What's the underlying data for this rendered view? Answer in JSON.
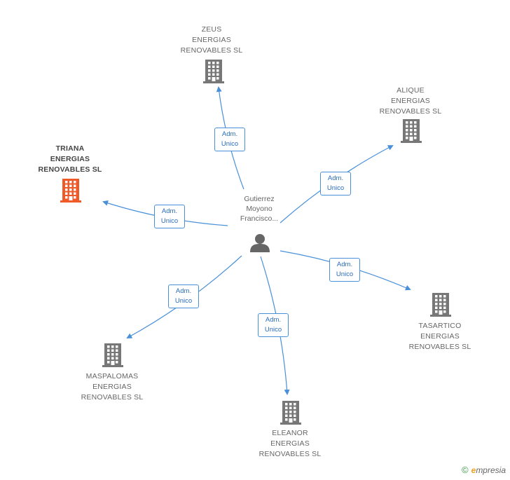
{
  "center": {
    "name_lines": [
      "Gutierrez",
      "Moyono",
      "Francisco..."
    ],
    "icon": "person-icon"
  },
  "relation_label": [
    "Adm.",
    "Unico"
  ],
  "companies": [
    {
      "id": "zeus",
      "lines": [
        "ZEUS",
        "ENERGIAS",
        "RENOVABLES SL"
      ],
      "highlight": false
    },
    {
      "id": "alique",
      "lines": [
        "ALIQUE",
        "ENERGIAS",
        "RENOVABLES SL"
      ],
      "highlight": false
    },
    {
      "id": "triana",
      "lines": [
        "TRIANA",
        "ENERGIAS",
        "RENOVABLES SL"
      ],
      "highlight": true
    },
    {
      "id": "tasartico",
      "lines": [
        "TASARTICO",
        "ENERGIAS",
        "RENOVABLES SL"
      ],
      "highlight": false
    },
    {
      "id": "maspalomas",
      "lines": [
        "MASPALOMAS",
        "ENERGIAS",
        "RENOVABLES SL"
      ],
      "highlight": false
    },
    {
      "id": "eleanor",
      "lines": [
        "ELEANOR",
        "ENERGIAS",
        "RENOVABLES SL"
      ],
      "highlight": false
    }
  ],
  "colors": {
    "edge": "#4a90d9",
    "building": "#777777",
    "building_highlight": "#f05a28",
    "person": "#666666"
  },
  "footer": {
    "copyright": "©",
    "brand_initial": "e",
    "brand_rest": "mpresia"
  }
}
